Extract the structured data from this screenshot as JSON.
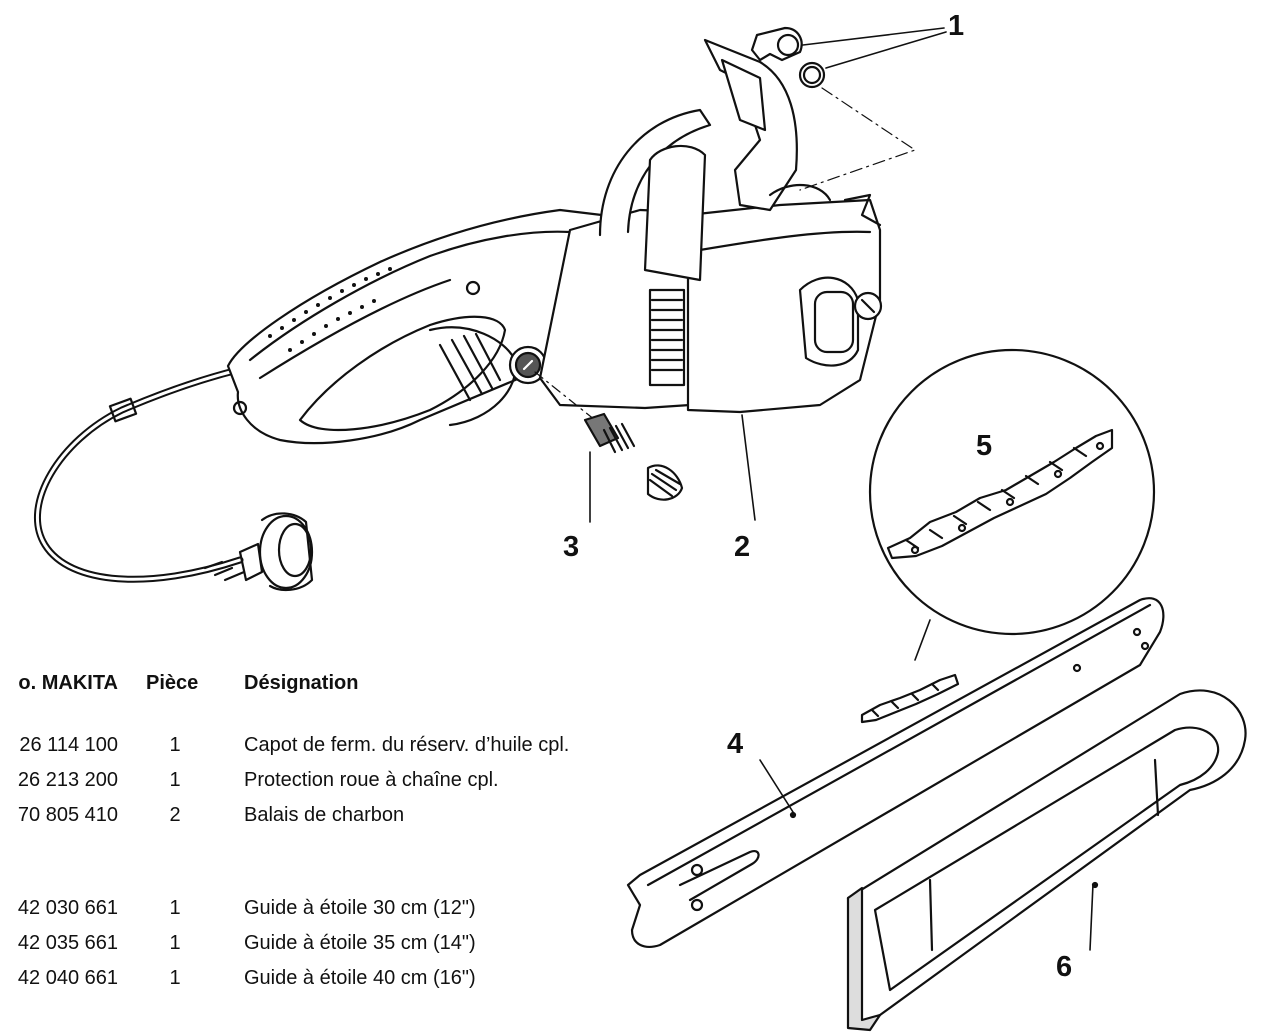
{
  "callouts": [
    {
      "id": "1",
      "label": "1"
    },
    {
      "id": "2",
      "label": "2"
    },
    {
      "id": "3",
      "label": "3"
    },
    {
      "id": "4",
      "label": "4"
    },
    {
      "id": "5",
      "label": "5"
    },
    {
      "id": "6",
      "label": "6"
    }
  ],
  "table": {
    "headers": {
      "number": "o. MAKITA",
      "qty": "Pièce",
      "designation": "Désignation"
    },
    "rows": [
      {
        "number": "26 114 100",
        "qty": "1",
        "designation": "Capot de ferm. du réserv. d’huile cpl."
      },
      {
        "number": "26 213 200",
        "qty": "1",
        "designation": "Protection roue à chaîne cpl."
      },
      {
        "number": "70 805 410",
        "qty": "2",
        "designation": "Balais de charbon"
      },
      {
        "number": "42 030 661",
        "qty": "1",
        "designation": "Guide à étoile 30 cm (12\")"
      },
      {
        "number": "42 035 661",
        "qty": "1",
        "designation": "Guide à étoile 35 cm (14\")"
      },
      {
        "number": "42 040 661",
        "qty": "1",
        "designation": "Guide à étoile 40 cm (16\")"
      }
    ]
  },
  "colors": {
    "line": "#111111",
    "fill": "#ffffff",
    "shade": "#dcdcdc",
    "dark": "#555555"
  }
}
